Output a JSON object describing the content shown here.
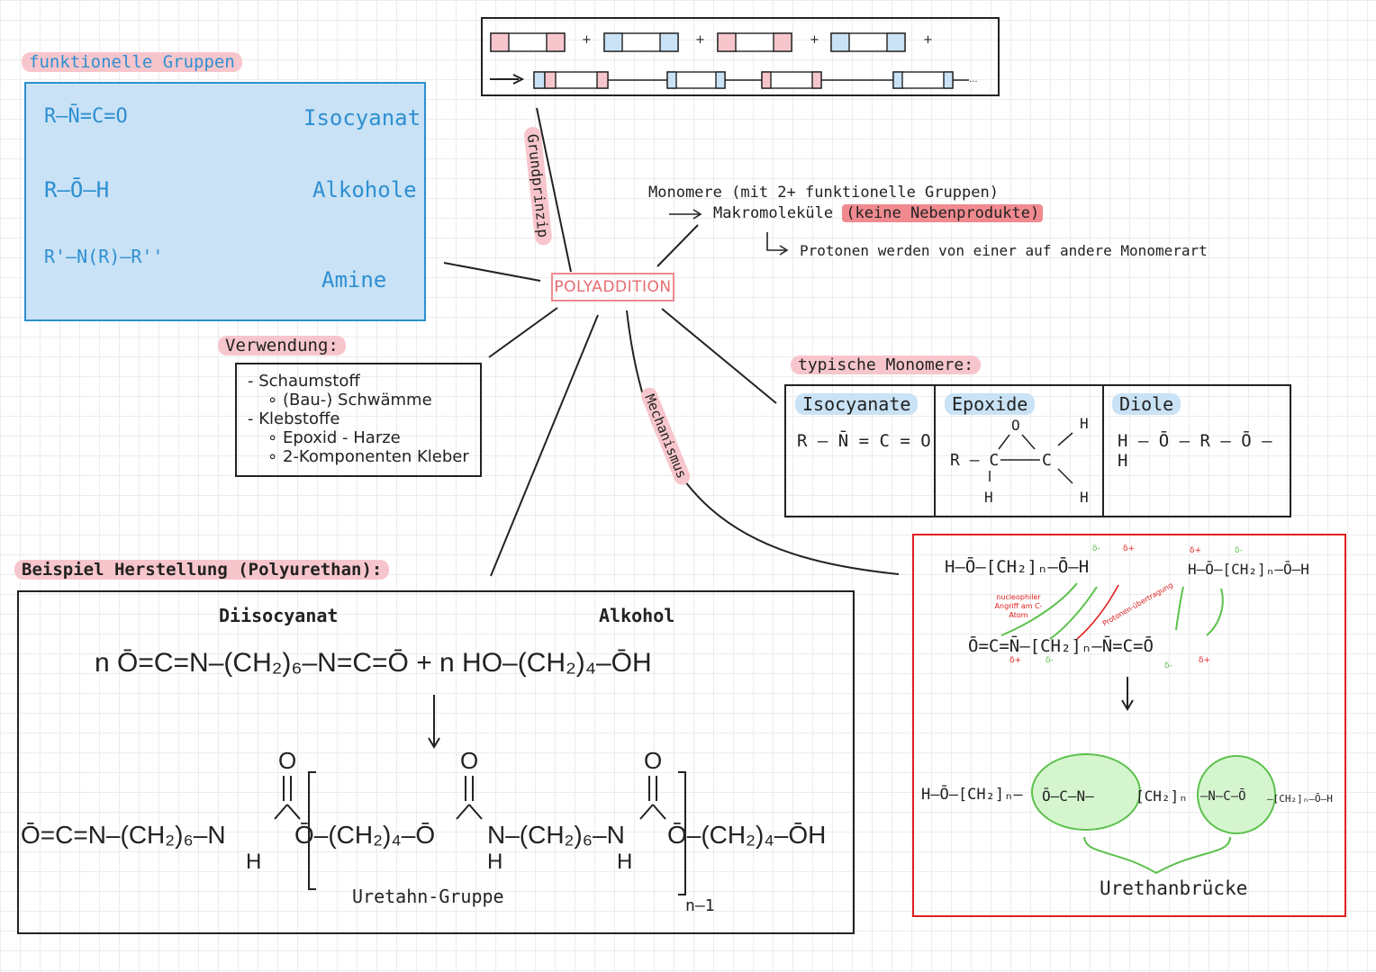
{
  "center": {
    "label": "POLYADDITION"
  },
  "functional_groups": {
    "title": "funktionelle Gruppen",
    "rows": [
      {
        "formula": "R–N̄=C=O",
        "name": "Isocyanat"
      },
      {
        "formula": "R–Ō–H",
        "name": "Alkohole"
      },
      {
        "formula": "R'–N(R)–R''",
        "name": "Amine"
      }
    ],
    "arrow": "⟶"
  },
  "usage": {
    "title": "Verwendung:",
    "items": [
      "- Schaumstoff",
      "∘ (Bau-) Schwämme",
      "- Klebstoffe",
      "∘ Epoxid - Harze",
      "∘ 2-Komponenten Kleber"
    ]
  },
  "branches": {
    "grundprinzip": "Grundprinzip",
    "mechanismus": "Mechanismus"
  },
  "scheme": {
    "plus": "+",
    "dots": "..."
  },
  "principle": {
    "line1": "Monomere (mit 2+ funktionelle Gruppen)",
    "line2_prefix": "Makromoleküle",
    "line2_highlight": "(keine Nebenprodukte)",
    "line3": "Protonen werden von einer auf andere Monomerart"
  },
  "monomers": {
    "title": "typische Monomere:",
    "columns": [
      {
        "name": "Isocyanate",
        "formula": "R – N̄ = C = O"
      },
      {
        "name": "Epoxide",
        "formula_parts": [
          "O",
          "H",
          "R – C",
          "C",
          "H",
          "H"
        ]
      },
      {
        "name": "Diole",
        "formula": "H – Ō – R – Ō – H"
      }
    ]
  },
  "example": {
    "title": "Beispiel Herstellung (Polyurethan):",
    "reactant1_label": "Diisocyanat",
    "reactant2_label": "Alkohol",
    "equation": "n Ō=C=N–(CH₂)₆–N=C=Ō  +  n HO–(CH₂)₄–ŌH",
    "product_segments": [
      "Ō=C=N–(CH₂)₆–N",
      "Ō–(CH₂)₄–Ō",
      "N–(CH₂)₆–N",
      "Ō–(CH₂)₄–ŌH"
    ],
    "carbonyl_O": "O",
    "H": "H",
    "group_label": "Uretahn-Gruppe",
    "repeat": "n–1"
  },
  "mechanism": {
    "top_left": "H–Ō–[CH₂]ₙ–Ō–H",
    "top_right": "H–Ō–[CH₂]ₙ–Ō–H",
    "nucleophile_note": "nucleophiler Angriff am C-Atom",
    "proton_note": "Protonen-übertragung",
    "middle": "Ō=C=N̄–[CH₂]ₙ–N̄=C=Ō",
    "delta_plus": "δ+",
    "delta_minus": "δ-",
    "bottom_left": "H–Ō–[CH₂]ₙ–",
    "bridge1": "Ō–C–N–",
    "bottom_mid": "[CH₂]ₙ",
    "bridge2": "–N–C–Ō",
    "bottom_right": "–[CH₂]ₙ–Ō–H",
    "label": "Urethanbrücke"
  },
  "colors": {
    "pink": "#f7c6cc",
    "blue_box": "#c9e2f5",
    "blue_text": "#2e8fd1",
    "red_border": "#e02020",
    "green": "#5cc14c",
    "green_fill": "#d5f5cf"
  }
}
